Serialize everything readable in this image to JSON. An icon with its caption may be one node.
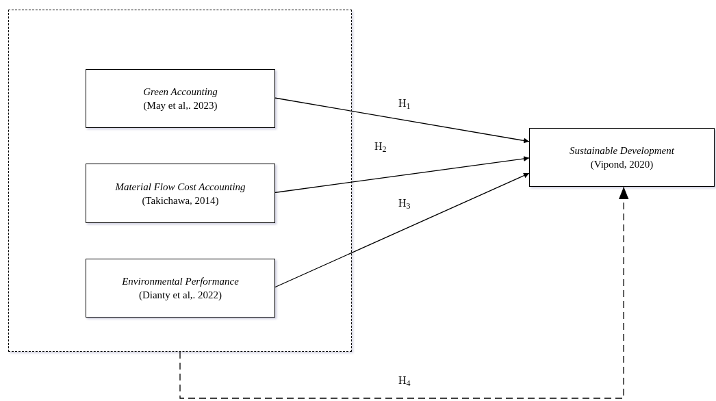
{
  "diagram": {
    "nodes": [
      {
        "text": [],
        "shape": "box"
      },
      {
        "text": [
          "Green Accounting",
          "(May et al,. 2023)"
        ],
        "in": 0
      },
      {
        "text": [
          "Material Flow Cost Accounting",
          "(Takichawa, 2014)"
        ],
        "in": 0
      },
      {
        "text": [
          "Environmental Performance",
          "(Dianty et al,. 2022)"
        ],
        "in": 0
      },
      {
        "text": [
          "Sustainable Development",
          "(Vipond, 2020)"
        ]
      }
    ],
    "edges": [
      {
        "from": 1,
        "to": 4,
        "arrow": "to",
        "label": "H$_{1}$"
      },
      {
        "from": 2,
        "to": 4,
        "arrow": "to",
        "label": "H$_{2}$"
      },
      {
        "from": 3,
        "to": 4,
        "arrow": "to",
        "label": "H$_{3}$"
      },
      {
        "from": 0,
        "to": 4,
        "arrow": "to",
        "label": "H$_{4}$",
        "style": "dashed"
      }
    ]
  }
}
